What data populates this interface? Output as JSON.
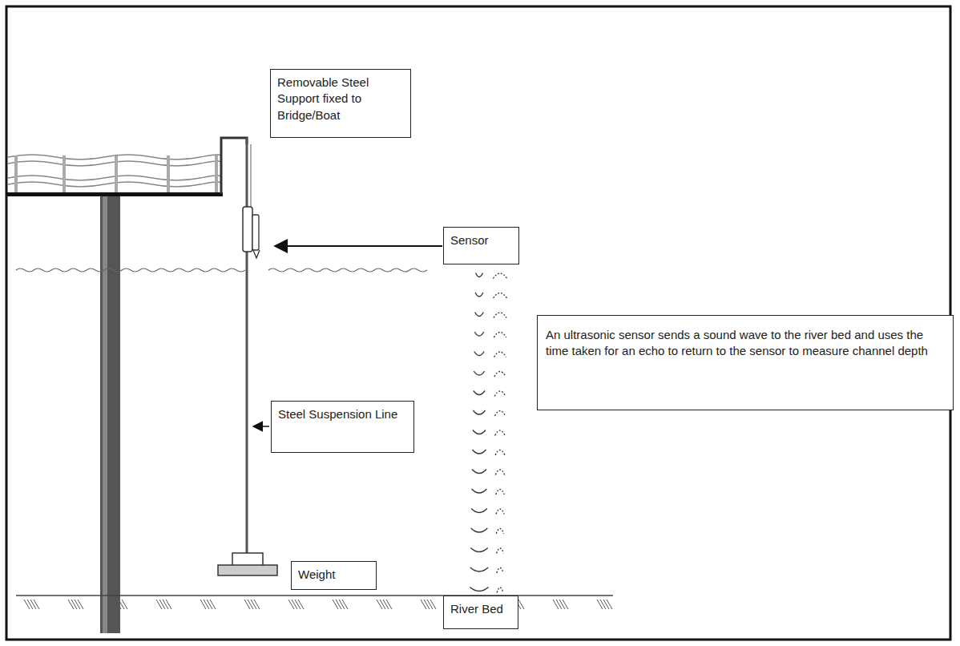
{
  "diagram": {
    "nodes": [
      {
        "text": [
          "Removable Steel Support fixed to Bridge/Boat"
        ]
      },
      {
        "text": [
          "Sensor"
        ]
      },
      {
        "text": [
          "An ultrasonic sensor sends a sound wave to the river bed and uses the time taken for an echo to return to the sensor to measure channel depth"
        ]
      },
      {
        "text": [
          "Steel Suspension Line"
        ]
      },
      {
        "text": [
          "Weight"
        ]
      },
      {
        "text": [
          "River Bed"
        ]
      }
    ]
  }
}
